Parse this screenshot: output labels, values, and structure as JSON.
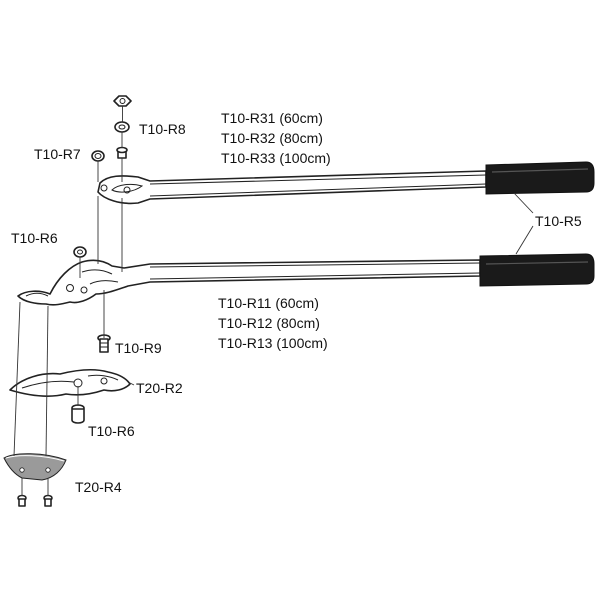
{
  "labels": {
    "r8": "T10-R8",
    "r7": "T10-R7",
    "r6_top": "T10-R6",
    "r9": "T10-R9",
    "r2": "T20-R2",
    "r6_bottom": "T10-R6",
    "r4": "T20-R4",
    "r5": "T10-R5"
  },
  "upper_handle_parts": [
    "T10-R31 (60cm)",
    "T10-R32 (80cm)",
    "T10-R33 (100cm)"
  ],
  "lower_handle_parts": [
    "T10-R11 (60cm)",
    "T10-R12 (80cm)",
    "T10-R13 (100cm)"
  ],
  "colors": {
    "grip": "#1a1a1a",
    "line": "#222222",
    "background": "#ffffff"
  }
}
